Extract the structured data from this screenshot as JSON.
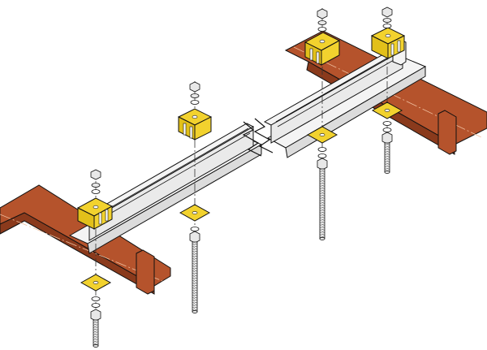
{
  "diagram": {
    "kind": "exploded-isometric-assembly",
    "text_labels": [],
    "colors": {
      "beam_fill": "#f4f4f4",
      "beam_edge": "#111111",
      "support_fill": "#b5532c",
      "support_shadow": "#8a3a1c",
      "clip_fill": "#f2d22e",
      "plate_fill": "#f2d22e",
      "bolt_fill": "#e8e8e8",
      "centerline": "#333333"
    },
    "components": [
      {
        "id": "support-left",
        "type": "support-channel"
      },
      {
        "id": "support-right",
        "type": "support-channel"
      },
      {
        "id": "beam-main",
        "type": "i-beam-with-break"
      },
      {
        "id": "clip-1",
        "type": "beam-clip"
      },
      {
        "id": "clip-2",
        "type": "beam-clip"
      },
      {
        "id": "clip-3",
        "type": "beam-clip"
      },
      {
        "id": "clip-4",
        "type": "beam-clip"
      },
      {
        "id": "plate-1",
        "type": "square-washer-plate"
      },
      {
        "id": "plate-2",
        "type": "square-washer-plate"
      },
      {
        "id": "plate-3",
        "type": "square-washer-plate"
      },
      {
        "id": "plate-4",
        "type": "square-washer-plate"
      },
      {
        "id": "bolt-1",
        "type": "threaded-bolt"
      },
      {
        "id": "bolt-2",
        "type": "threaded-bolt"
      },
      {
        "id": "bolt-3",
        "type": "threaded-bolt"
      },
      {
        "id": "bolt-4",
        "type": "threaded-bolt"
      }
    ]
  }
}
